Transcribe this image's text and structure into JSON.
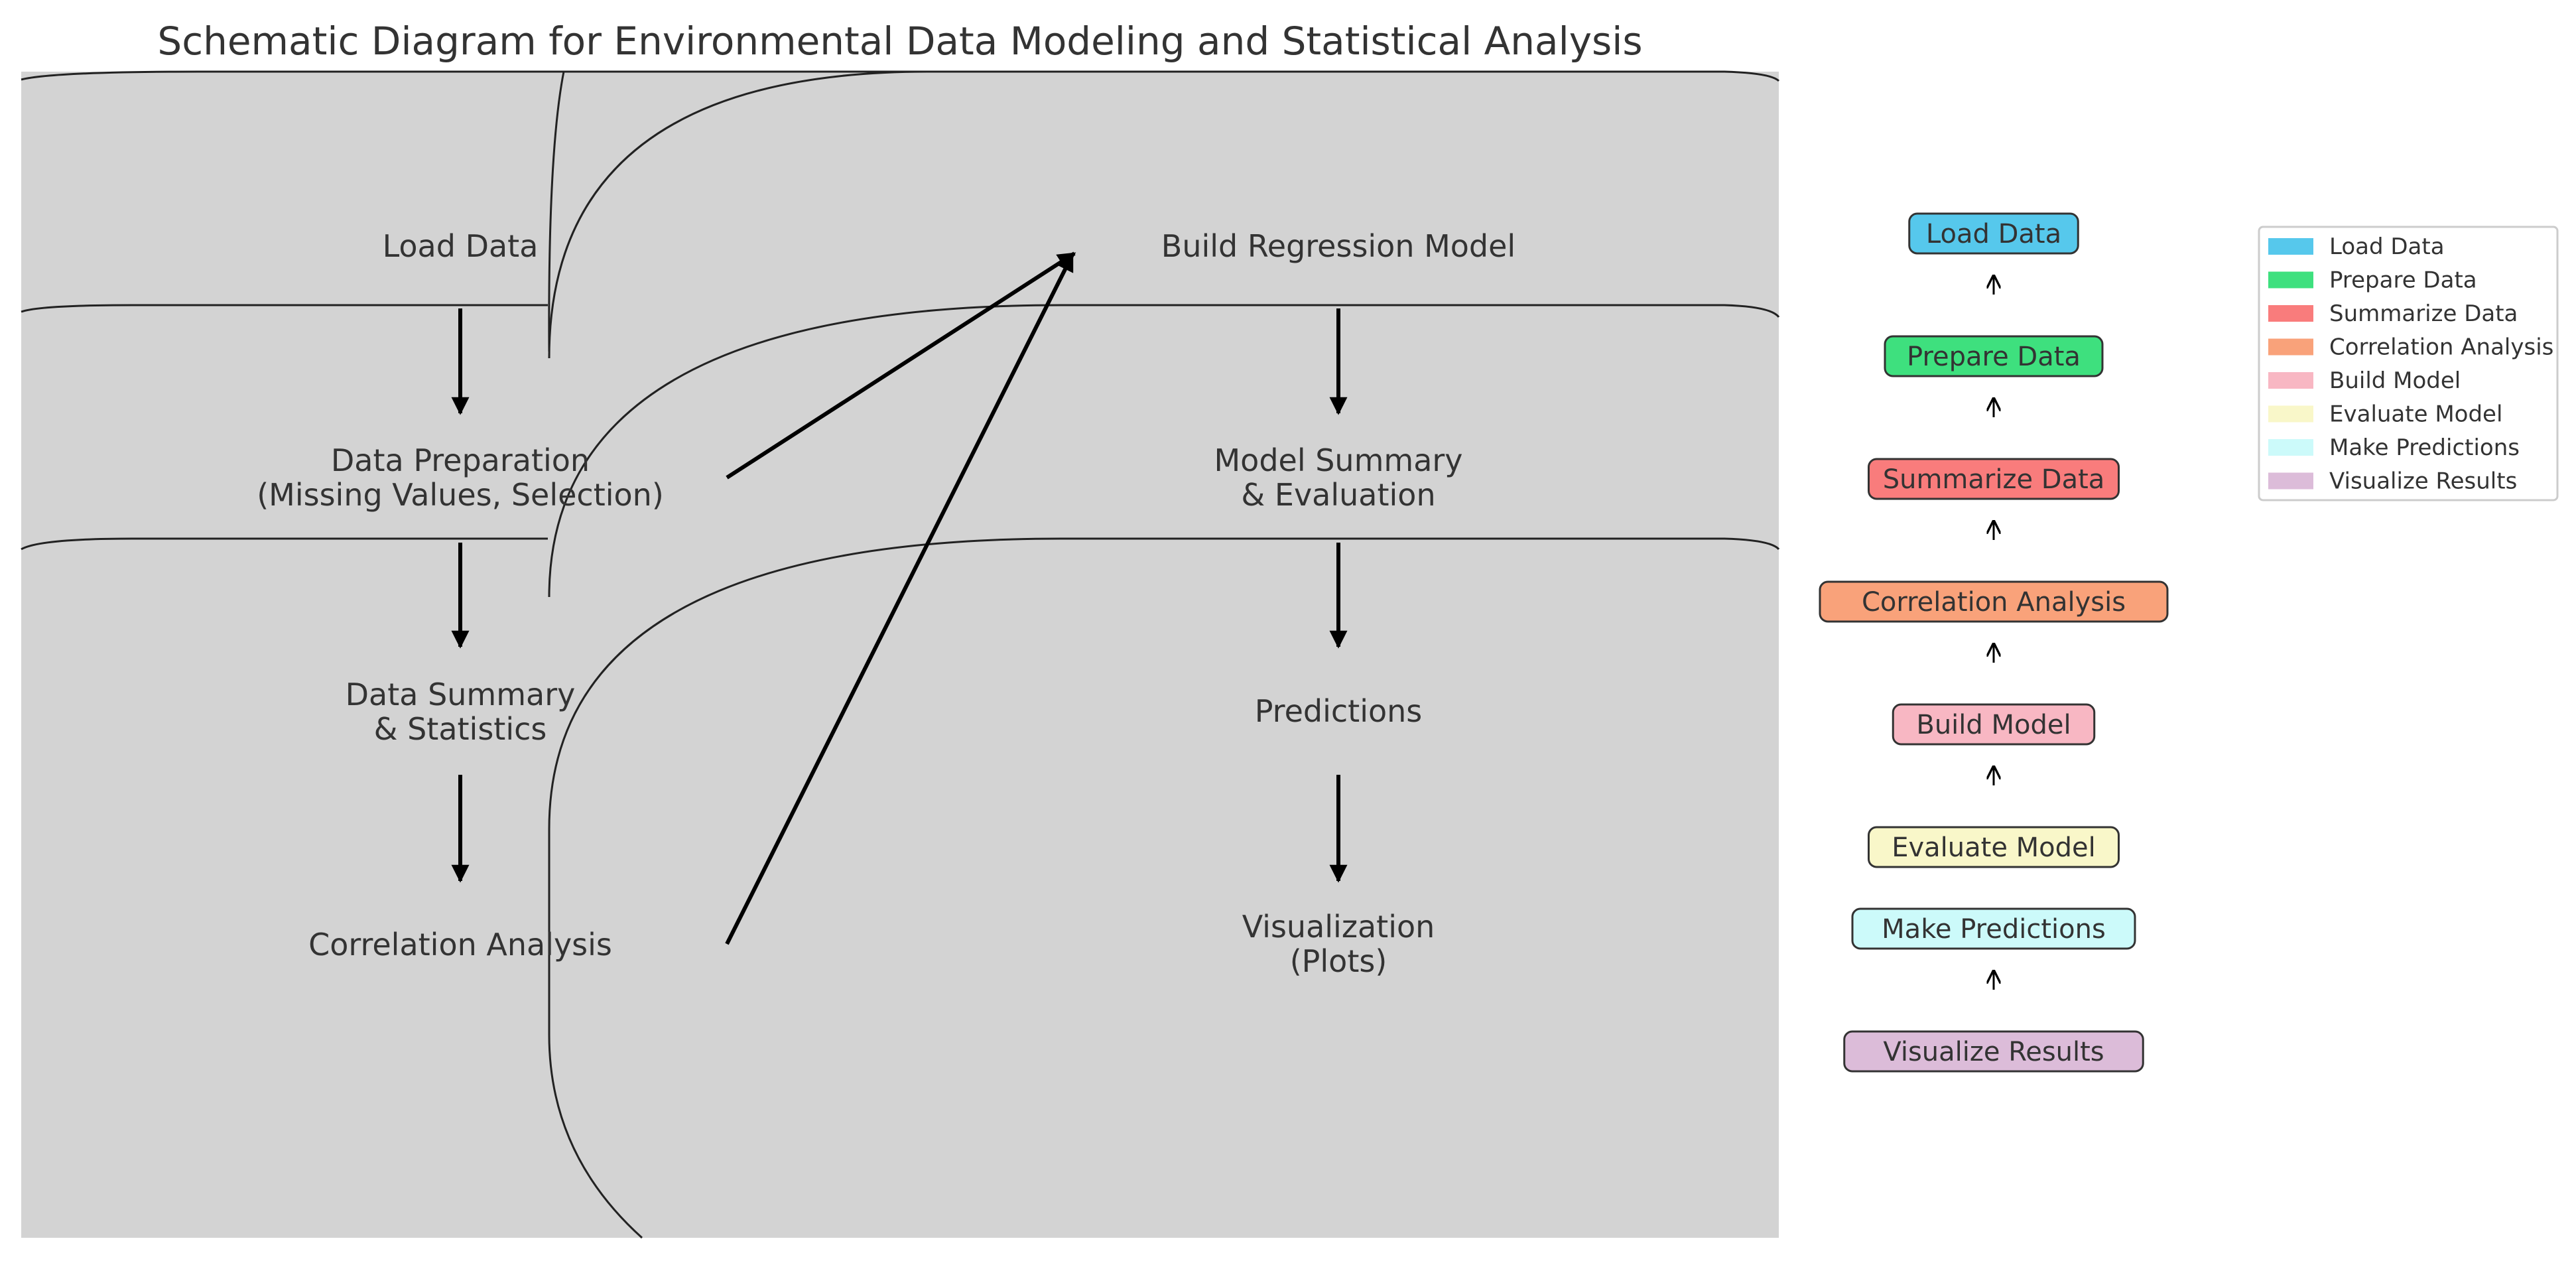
{
  "title": "Schematic Diagram for Environmental Data Modeling and Statistical Analysis",
  "colors": {
    "panel": "#d3d3d3",
    "text": "#333333",
    "stroke": "#000000",
    "load": "#56c8ec",
    "prepare": "#3ee07e",
    "summarize": "#f97c7c",
    "correlation": "#f9a27a",
    "build": "#f8b7c3",
    "evaluate": "#f9f7c9",
    "predict": "#ccfafa",
    "visualize": "#dcbcd9"
  },
  "left_column": {
    "load_data": "Load Data",
    "data_prep_line1": "Data Preparation",
    "data_prep_line2": "(Missing Values, Selection)",
    "data_summary_line1": "Data Summary",
    "data_summary_line2": "& Statistics",
    "correlation": "Correlation Analysis"
  },
  "right_column": {
    "build_model": "Build Regression Model",
    "model_summary_line1": "Model Summary",
    "model_summary_line2": "& Evaluation",
    "predictions": "Predictions",
    "visualization_line1": "Visualization",
    "visualization_line2": "(Plots)"
  },
  "flow_boxes": [
    {
      "label": "Load Data",
      "color": "#56c8ec"
    },
    {
      "label": "Prepare Data",
      "color": "#3ee07e"
    },
    {
      "label": "Summarize Data",
      "color": "#f97c7c"
    },
    {
      "label": "Correlation Analysis",
      "color": "#f9a27a"
    },
    {
      "label": "Build Model",
      "color": "#f8b7c3"
    },
    {
      "label": "Evaluate Model",
      "color": "#f9f7c9"
    },
    {
      "label": "Make Predictions",
      "color": "#ccfafa"
    },
    {
      "label": "Visualize Results",
      "color": "#dcbcd9"
    }
  ],
  "legend": [
    {
      "label": "Load Data",
      "color": "#56c8ec"
    },
    {
      "label": "Prepare Data",
      "color": "#3ee07e"
    },
    {
      "label": "Summarize Data",
      "color": "#f97c7c"
    },
    {
      "label": "Correlation Analysis",
      "color": "#f9a27a"
    },
    {
      "label": "Build Model",
      "color": "#f8b7c3"
    },
    {
      "label": "Evaluate Model",
      "color": "#f9f7c9"
    },
    {
      "label": "Make Predictions",
      "color": "#ccfafa"
    },
    {
      "label": "Visualize Results",
      "color": "#dcbcd9"
    }
  ]
}
